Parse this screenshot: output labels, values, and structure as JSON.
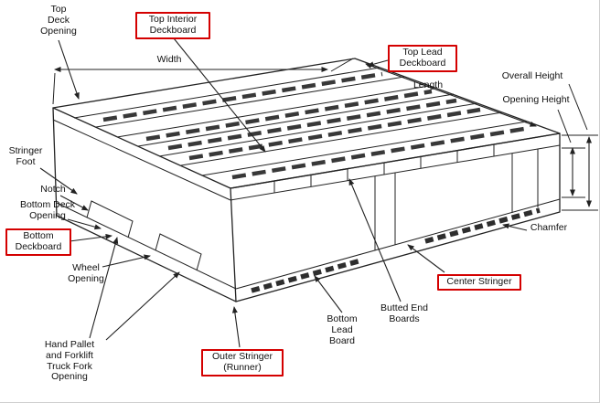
{
  "diagram": {
    "highlight_color": "#d40000",
    "line_color": "#222222",
    "labels": {
      "top_deck_opening": "Top\nDeck\nOpening",
      "top_interior_deckboard": "Top Interior\nDeckboard",
      "width": "Width",
      "top_lead_deckboard": "Top Lead\nDeckboard",
      "length": "Length",
      "overall_height": "Overall Height",
      "opening_height": "Opening Height",
      "stringer_foot": "Stringer\nFoot",
      "notch": "Notch",
      "bottom_deck_opening": "Bottom Deck\nOpening",
      "bottom_deckboard": "Bottom\nDeckboard",
      "wheel_opening": "Wheel\nOpening",
      "hand_pallet_fork_opening": "Hand Pallet\nand Forklift\nTruck Fork\nOpening",
      "outer_stringer": "Outer Stringer\n(Runner)",
      "bottom_lead_board": "Bottom\nLead\nBoard",
      "butted_end_boards": "Butted End\nBoards",
      "center_stringer": "Center Stringer",
      "chamfer": "Chamfer"
    }
  }
}
